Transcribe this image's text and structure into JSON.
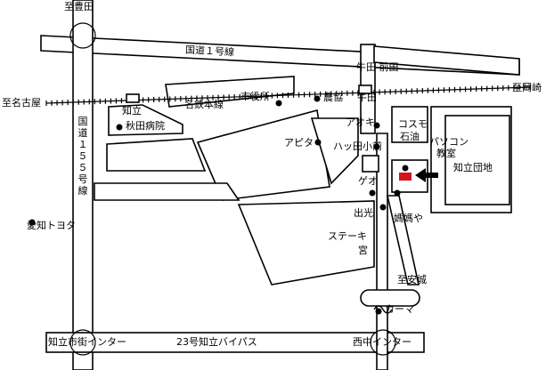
{
  "colors": {
    "road_fill": "#ffffff",
    "outline": "#000000",
    "target": "#d2141e",
    "background": "#ffffff"
  },
  "labels": {
    "to_toyota": "至豊田",
    "route1": "国道１号線",
    "ushida_maeda": "牛田 前田",
    "ushida": "牛田",
    "to_nagoya": "至名古屋",
    "to_okazaki": "至岡崎",
    "chiryu": "知立",
    "meitetsu": "名鉄本線",
    "city_hall": "市役所",
    "nokyo": "農協",
    "akita_hospital": "秋田病院",
    "route155": "国道１５５号線",
    "aoki": "アオキ",
    "cosmo": "コスモ",
    "sekiyu": "石油",
    "apita": "アピタ",
    "hatta_school": "ハッ田小前",
    "pc_class_1": "パソコン",
    "pc_class_2": "教室",
    "chiryu_danchi": "知立団地",
    "geo": "ゲオ",
    "deko": "出光",
    "mamaya": "媽媽や",
    "aichi_toyota": "愛知トヨタ",
    "steak_1": "ステーキ",
    "steak_2": "宮",
    "to_anjo": "至安城",
    "karma": "カーマ",
    "chiryu_ic": "知立市街インター",
    "bypass": "23号知立バイパス",
    "nishinaka_ic": "西中インター"
  },
  "icons": {
    "location_dot": "filled-circle",
    "station": "station-rectangle",
    "target": "red-rectangle",
    "arrow": "pointer-arrow"
  }
}
